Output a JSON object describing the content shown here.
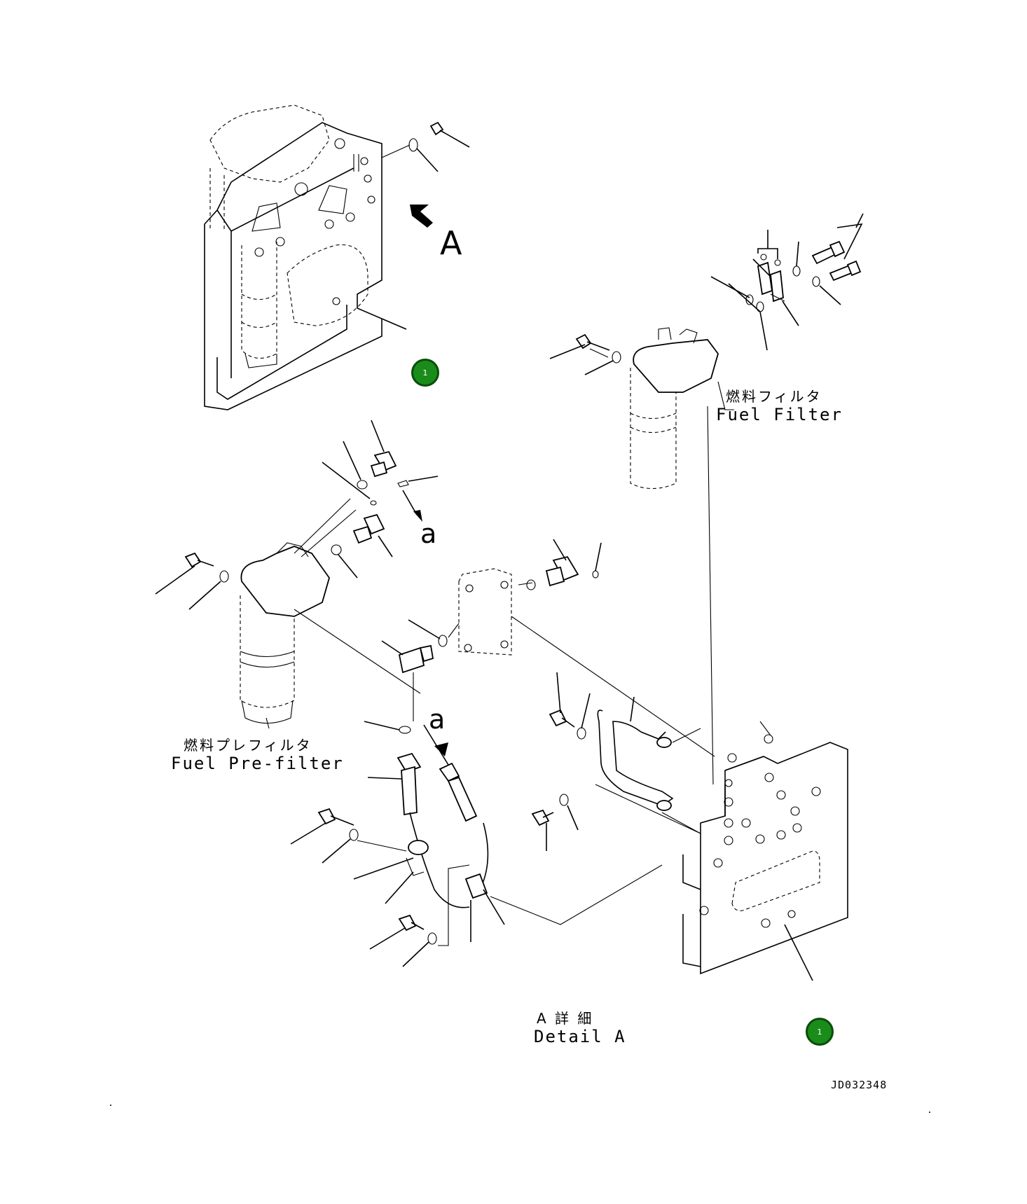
{
  "labels": {
    "fuel_filter_jp": "燃料フィルタ",
    "fuel_filter_en": "Fuel Filter",
    "pre_filter_jp": "燃料プレフィルタ",
    "pre_filter_en": "Fuel Pre-filter",
    "detail_jp": "A 詳 細",
    "detail_en": "Detail A",
    "view_letter": "A",
    "connection_a_top": "a",
    "connection_a_bottom": "a",
    "drawing_id": "JD032348"
  },
  "callouts": [
    {
      "id": "badge-overview",
      "text": "1"
    },
    {
      "id": "badge-detail",
      "text": "1"
    }
  ],
  "colors": {
    "badge_fill": "#1a8c1a",
    "line": "#000000",
    "background": "#ffffff"
  }
}
